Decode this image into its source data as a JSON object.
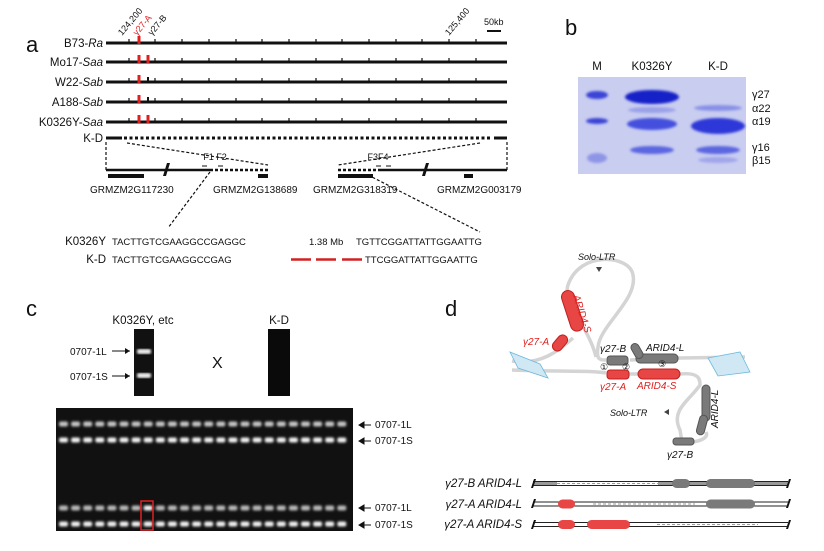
{
  "panels": {
    "a": "a",
    "b": "b",
    "c": "c",
    "d": "d"
  },
  "a": {
    "coords": [
      "124,200",
      "125,400"
    ],
    "gene_marks": [
      "γ27-A",
      "γ27-B"
    ],
    "scale": "50kb",
    "lines": [
      {
        "name": "B73-",
        "allele": "Ra"
      },
      {
        "name": "Mo17-",
        "allele": "Saa"
      },
      {
        "name": "W22-",
        "allele": "Sab"
      },
      {
        "name": "A188-",
        "allele": "Sab"
      },
      {
        "name": "K0326Y-",
        "allele": "Saa"
      },
      {
        "name": "K-D",
        "allele": ""
      }
    ],
    "primers": [
      "F1 F2",
      "F3F4"
    ],
    "genes": [
      "GRMZM2G117230",
      "GRMZM2G138689",
      "GRMZM2G318319",
      "GRMZM2G003179"
    ],
    "seq": {
      "k_label": "K0326Y",
      "k_left": "TACTTGTCGAAGGCCGAGGC",
      "k_mid": "1.38 Mb",
      "k_right": "TGTTCGGATTATTGGAATTG",
      "d_label": "K-D",
      "d_left": "TACTTGTCGAAGGCCGAG",
      "d_right": "TTCGGATTATTGGAATTG"
    }
  },
  "b": {
    "lanes": [
      "M",
      "K0326Y",
      "K-D"
    ],
    "bands": [
      "γ27",
      "α22",
      "α19",
      "γ16",
      "β15"
    ]
  },
  "c": {
    "parent1": "K0326Y, etc",
    "parent2": "K-D",
    "cross": "X",
    "band_L": "0707-1L",
    "band_S": "0707-1S",
    "lanes_per_row": 24,
    "highlighted_lane": 8
  },
  "d": {
    "solo_ltr": "Solo-LTR",
    "arid4s": "ARID4-S",
    "arid4l": "ARID4-L",
    "g27a": "γ27-A",
    "g27b": "γ27-B",
    "junctions": [
      "①",
      "②",
      "③"
    ],
    "transcripts": [
      "γ27-B ARID4-L",
      "γ27-A ARID4-L",
      "γ27-A ARID4-S"
    ]
  },
  "colors": {
    "red": "#e02020",
    "gray": "#7a7a7a",
    "blue": "#4aa3d0"
  }
}
